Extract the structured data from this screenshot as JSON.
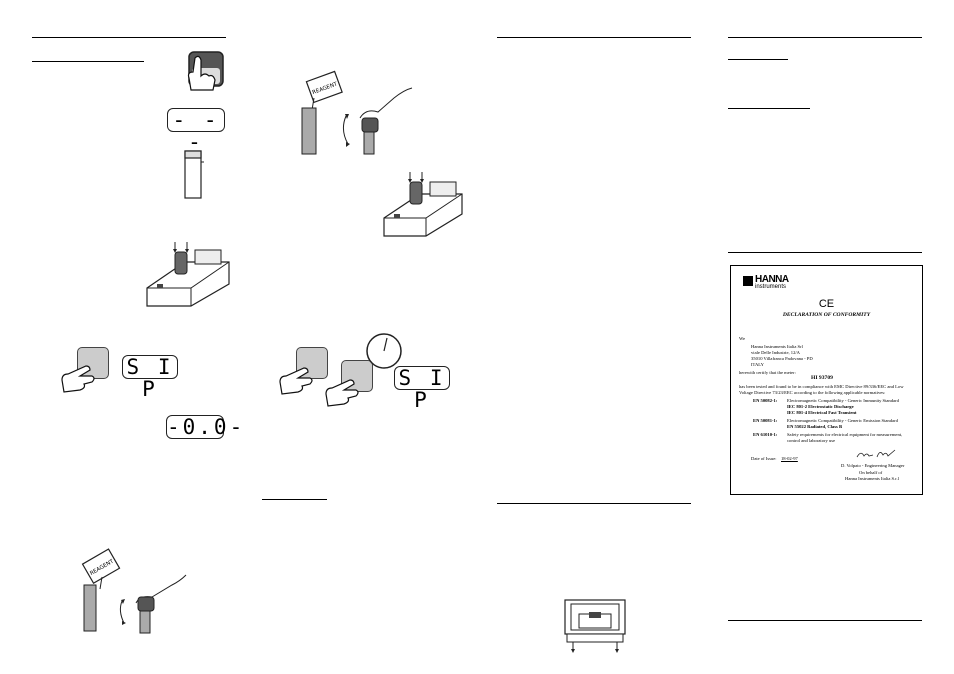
{
  "displays": {
    "dashes": "- - -",
    "sip_1": "S I P",
    "zero": "-0.0-",
    "sip_2": "S I P"
  },
  "reagent_packet_label": "REAGENT",
  "certificate": {
    "logo_brand": "HANNA",
    "logo_sub": "instruments",
    "ce_mark": "CE",
    "title": "DECLARATION OF CONFORMITY",
    "we": "We",
    "company_lines": [
      "Hanna Instruments Italia Srl",
      "viale Delle Industrie, 12/A",
      "35010 Villafranca Padovana - PD",
      "ITALY"
    ],
    "certify": "herewith certify that the meter:",
    "model": "HI 93709",
    "compliance_lines": [
      "has been tested and found to be in compliance with EMC Directive 89/336/EEC and Low",
      "Voltage Directive 73/23/EEC according to the following applicable normatives:"
    ],
    "standards": [
      {
        "code": "EN 50082-1:",
        "lines": [
          "Electromagnetic Compatibility - Generic Immunity Standard",
          "IEC 801-2  Electrostatic Discharge",
          "IEC 801-4  Electrical Fast Transient"
        ]
      },
      {
        "code": "EN 50081-1:",
        "lines": [
          "Electromagnetic Compatibility - Generic Emission Standard",
          "EN 55022  Radiated, Class B"
        ]
      },
      {
        "code": "EN 61010-1:",
        "lines": [
          "Safety requirements for electrical equipment for measurement,",
          "control and laboratory use"
        ]
      }
    ],
    "date_label": "Date of Issue:",
    "date_value": "18-02-97",
    "signer": "D. Volpato - Engineering Manager",
    "on_behalf": "On behalf of",
    "on_behalf_company": "Hanna Instruments Italia S.r.l"
  }
}
